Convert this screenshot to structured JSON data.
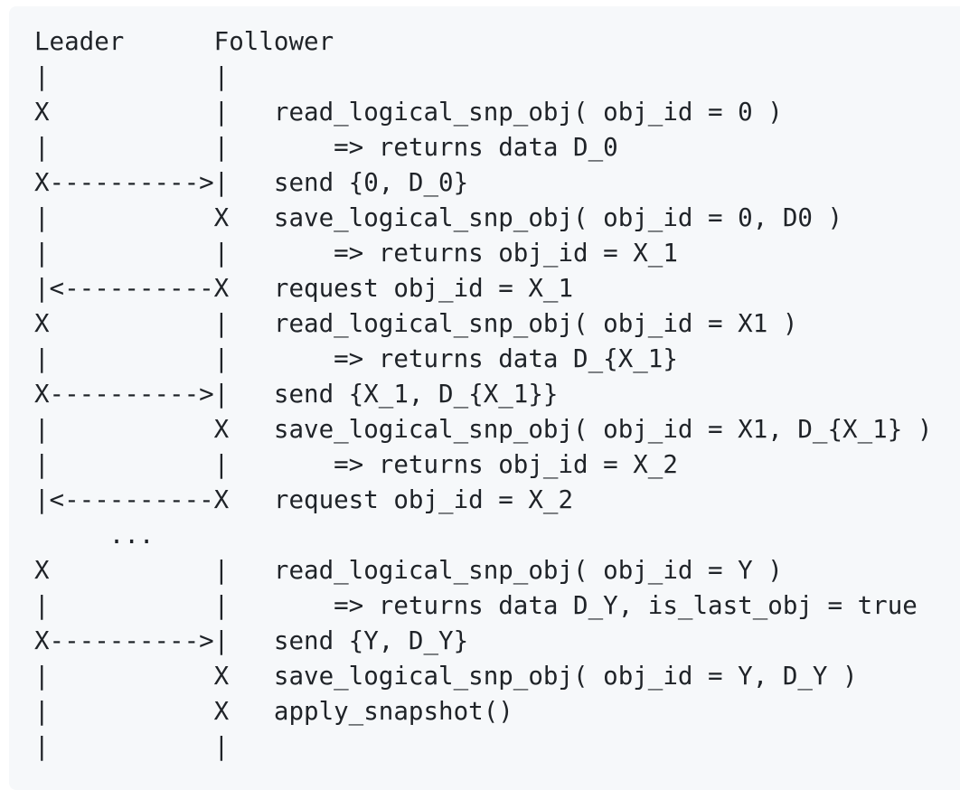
{
  "code_block": {
    "background_color": "#f6f8fa",
    "page_background": "#ffffff",
    "text_color": "#1f2328",
    "actors": [
      "Leader",
      "Follower"
    ],
    "lines": [
      "Leader      Follower",
      "|           |",
      "X           |   read_logical_snp_obj( obj_id = 0 )",
      "|           |       => returns data D_0",
      "X---------->|   send {0, D_0}",
      "|           X   save_logical_snp_obj( obj_id = 0, D0 )",
      "|           |       => returns obj_id = X_1",
      "|<----------X   request obj_id = X_1",
      "X           |   read_logical_snp_obj( obj_id = X1 )",
      "|           |       => returns data D_{X_1}",
      "X---------->|   send {X_1, D_{X_1}}",
      "|           X   save_logical_snp_obj( obj_id = X1, D_{X_1} )",
      "|           |       => returns obj_id = X_2",
      "|<----------X   request obj_id = X_2",
      "     ...",
      "X           |   read_logical_snp_obj( obj_id = Y )",
      "|           |       => returns data D_Y, is_last_obj = true",
      "X---------->|   send {Y, D_Y}",
      "|           X   save_logical_snp_obj( obj_id = Y, D_Y )",
      "|           X   apply_snapshot()",
      "|           |"
    ]
  }
}
